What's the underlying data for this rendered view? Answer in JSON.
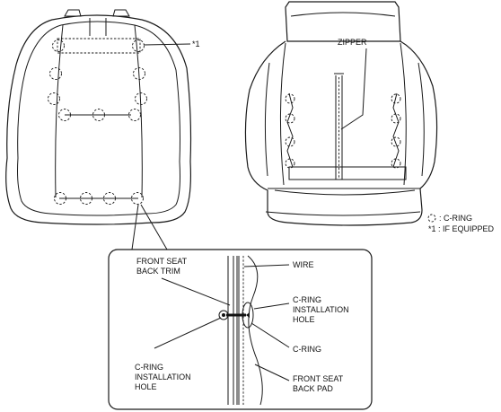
{
  "labels": {
    "zipper": "ZIPPER",
    "note_ref": "*1",
    "legend_cring": ": C-RING",
    "legend_equipped": "*1 : IF EQUIPPED",
    "trim_line1": "FRONT SEAT",
    "trim_line2": "BACK TRIM",
    "wire": "WIRE",
    "install_r1": "C-RING",
    "install_r2": "INSTALLATION",
    "install_r3": "HOLE",
    "cring": "C-RING",
    "install_l1": "C-RING",
    "install_l2": "INSTALLATION",
    "install_l3": "HOLE",
    "pad_line1": "FRONT SEAT",
    "pad_line2": "BACK PAD"
  }
}
